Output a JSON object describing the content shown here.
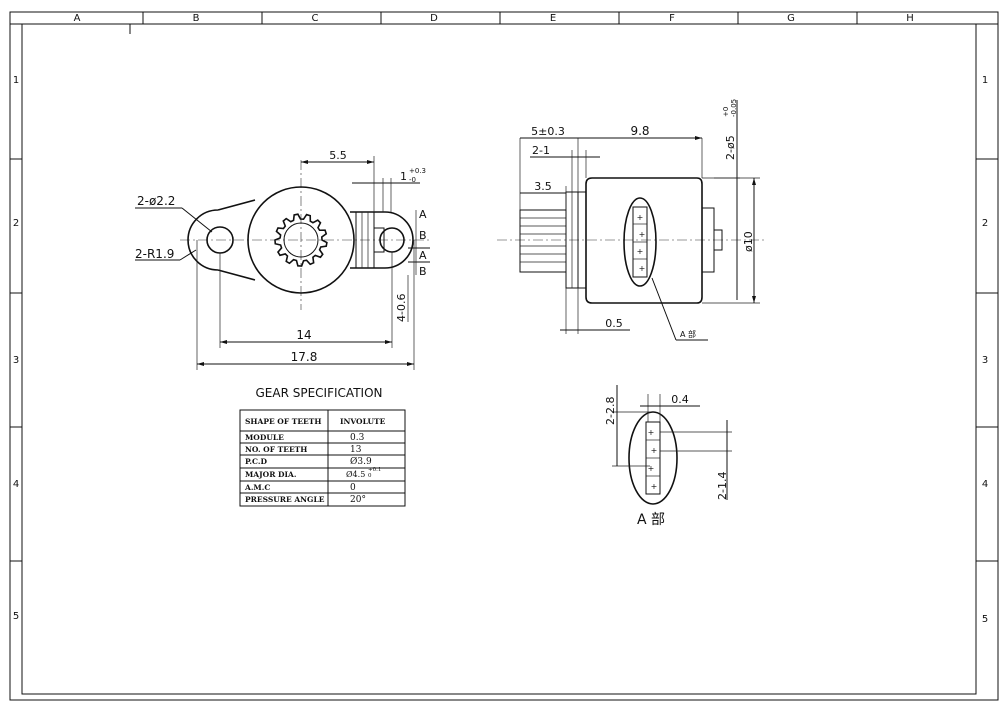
{
  "border": {
    "columns": [
      "A",
      "B",
      "C",
      "D",
      "E",
      "F",
      "G",
      "H"
    ],
    "rows": [
      "1",
      "2",
      "3",
      "4",
      "5"
    ]
  },
  "front_view": {
    "dims": {
      "width_5_5": "5.5",
      "tol_1": "1",
      "tol_1_sup": "+0.3",
      "tol_1_sub": "-0",
      "hole": "2-ø2.2",
      "radius": "2-R1.9",
      "section_a": "A",
      "section_b": "B",
      "section_a2": "A",
      "section_b2": "B",
      "pitch_14": "14",
      "overall_17_8": "17.8",
      "slot": "4-0.6"
    }
  },
  "side_view": {
    "dims": {
      "d5": "5±0.3",
      "d9_8": "9.8",
      "d2_1": "2-1",
      "d3_5": "3.5",
      "d0_5": "0.5",
      "pin_dia": "2-ø5",
      "pin_dia_sup": "+0",
      "pin_dia_sub": "-0.05",
      "body_dia": "ø10",
      "detail_ref": "A 部"
    }
  },
  "gear_spec": {
    "title": "GEAR SPECIFICATION",
    "rows": [
      {
        "label": "SHAPE OF TEETH",
        "value": "INVOLUTE"
      },
      {
        "label": "MODULE",
        "value": "0.3"
      },
      {
        "label": "NO. OF TEETH",
        "value": "13"
      },
      {
        "label": "P.C.D",
        "value": "Ø3.9"
      },
      {
        "label": "MAJOR DIA.",
        "value": "Ø4.5"
      },
      {
        "label": "A.M.C",
        "value": "0"
      },
      {
        "label": "PRESSURE ANGLE",
        "value": "20°"
      }
    ],
    "major_tol_sup": "+0.1",
    "major_tol_sub": "0"
  },
  "detail_view": {
    "title": "A 部",
    "dims": {
      "d2_2_8": "2-2.8",
      "d0_4": "0.4",
      "d2_1_4": "2-1.4"
    }
  }
}
